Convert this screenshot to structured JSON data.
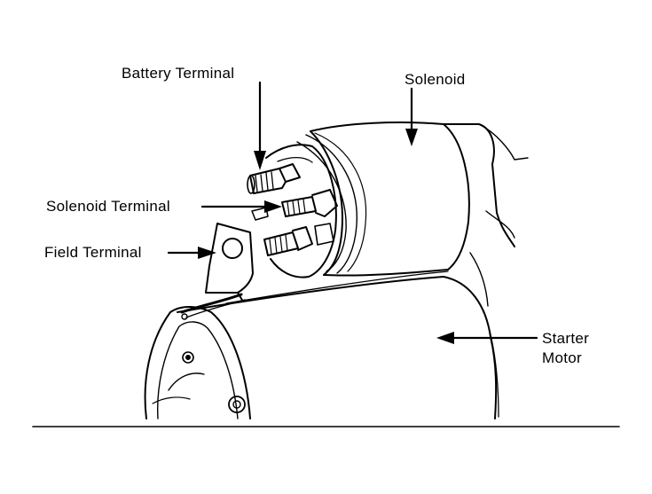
{
  "labels": {
    "battery_terminal": "Battery Terminal",
    "solenoid": "Solenoid",
    "solenoid_terminal": "Solenoid Terminal",
    "field_terminal": "Field Terminal",
    "starter_line1": "Starter",
    "starter_line2": "Motor"
  },
  "colors": {
    "ink": "#000000",
    "paper": "#ffffff"
  }
}
